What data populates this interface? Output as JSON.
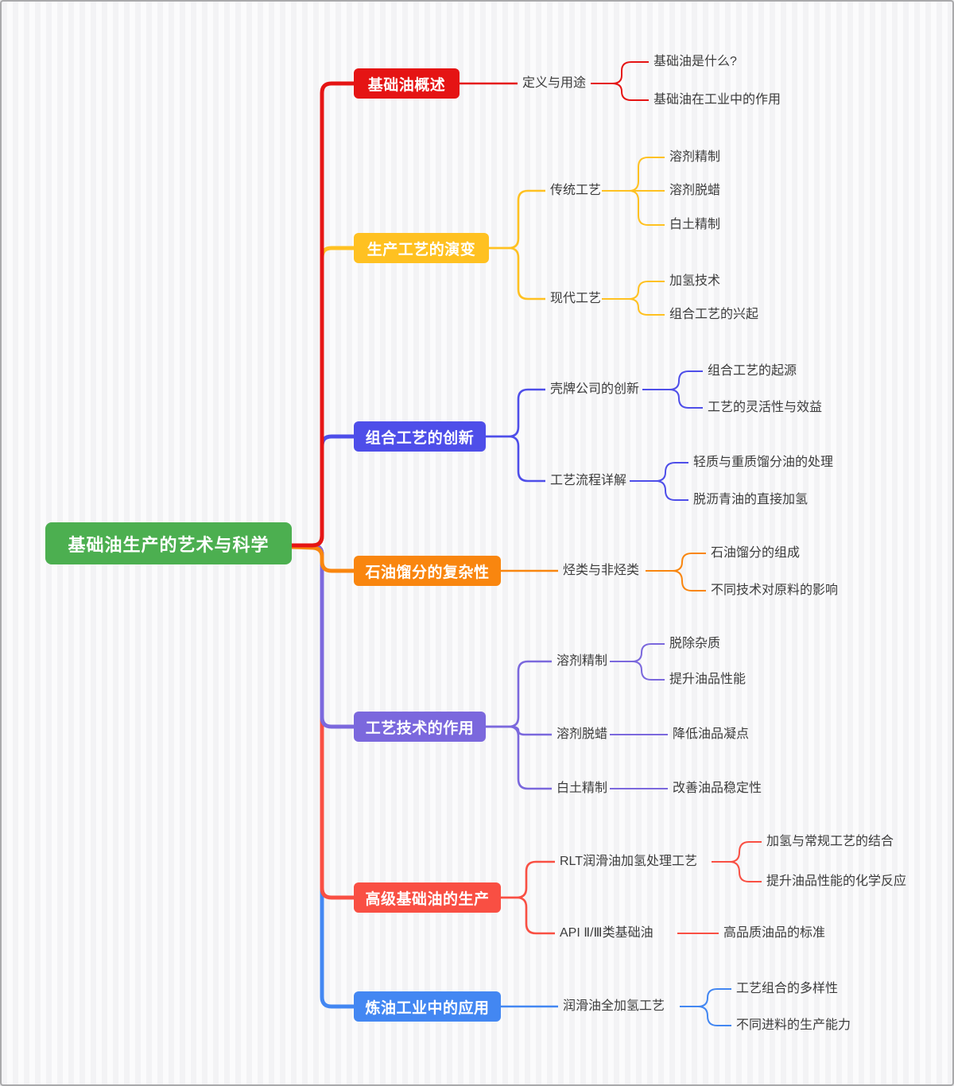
{
  "root": {
    "label": "基础油生产的艺术与科学",
    "color": "#4caf50"
  },
  "branches": [
    {
      "label": "基础油概述",
      "color": "#e51414",
      "children": [
        {
          "label": "定义与用途",
          "children": [
            {
              "label": "基础油是什么?"
            },
            {
              "label": "基础油在工业中的作用"
            }
          ]
        }
      ]
    },
    {
      "label": "生产工艺的演变",
      "color": "#ffc121",
      "children": [
        {
          "label": "传统工艺",
          "children": [
            {
              "label": "溶剂精制"
            },
            {
              "label": "溶剂脱蜡"
            },
            {
              "label": "白土精制"
            }
          ]
        },
        {
          "label": "现代工艺",
          "children": [
            {
              "label": "加氢技术"
            },
            {
              "label": "组合工艺的兴起"
            }
          ]
        }
      ]
    },
    {
      "label": "组合工艺的创新",
      "color": "#4e4ee9",
      "children": [
        {
          "label": "壳牌公司的创新",
          "children": [
            {
              "label": "组合工艺的起源"
            },
            {
              "label": "工艺的灵活性与效益"
            }
          ]
        },
        {
          "label": "工艺流程详解",
          "children": [
            {
              "label": "轻质与重质馏分油的处理"
            },
            {
              "label": "脱沥青油的直接加氢"
            }
          ]
        }
      ]
    },
    {
      "label": "石油馏分的复杂性",
      "color": "#f9860f",
      "children": [
        {
          "label": "烃类与非烃类",
          "children": [
            {
              "label": "石油馏分的组成"
            },
            {
              "label": "不同技术对原料的影响"
            }
          ]
        }
      ]
    },
    {
      "label": "工艺技术的作用",
      "color": "#7b68dd",
      "children": [
        {
          "label": "溶剂精制",
          "children": [
            {
              "label": "脱除杂质"
            },
            {
              "label": "提升油品性能"
            }
          ]
        },
        {
          "label": "溶剂脱蜡",
          "children": [
            {
              "label": "降低油品凝点"
            }
          ]
        },
        {
          "label": "白土精制",
          "children": [
            {
              "label": "改善油品稳定性"
            }
          ]
        }
      ]
    },
    {
      "label": "高级基础油的生产",
      "color": "#f94f43",
      "children": [
        {
          "label": "RLT润滑油加氢处理工艺",
          "children": [
            {
              "label": "加氢与常规工艺的结合"
            },
            {
              "label": "提升油品性能的化学反应"
            }
          ]
        },
        {
          "label": "API Ⅱ/Ⅲ类基础油",
          "children": [
            {
              "label": "高品质油品的标准"
            }
          ]
        }
      ]
    },
    {
      "label": "炼油工业中的应用",
      "color": "#4387f2",
      "children": [
        {
          "label": "润滑油全加氢工艺",
          "children": [
            {
              "label": "工艺组合的多样性"
            },
            {
              "label": "不同进料的生产能力"
            }
          ]
        }
      ]
    }
  ]
}
